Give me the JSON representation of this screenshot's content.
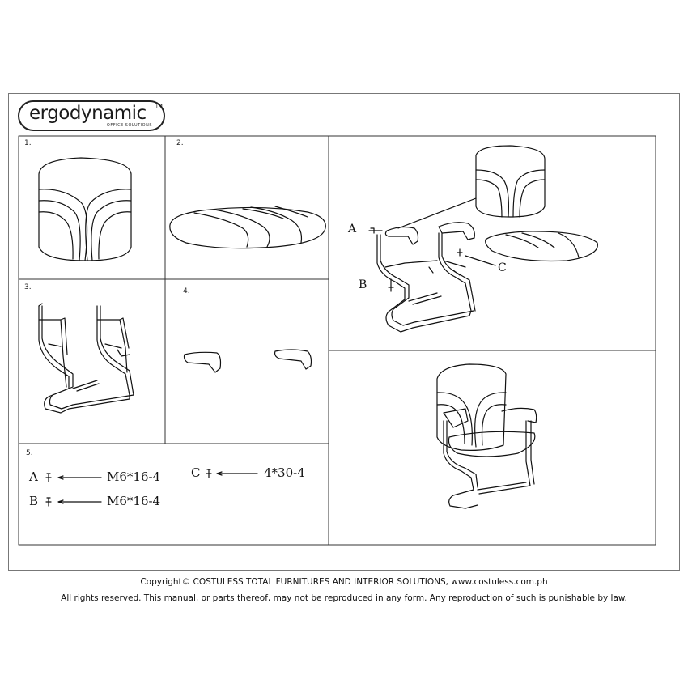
{
  "brand": {
    "name": "ergodynamic",
    "trademark": "TM",
    "tagline": "OFFICE SOLUTIONS"
  },
  "panels": {
    "p1": "1.",
    "p2": "2.",
    "p3": "3.",
    "p4": "4.",
    "p5": "5."
  },
  "callouts": {
    "a": "A",
    "b": "B",
    "c": "C"
  },
  "parts": [
    {
      "letter": "A",
      "spec": "M6*16-4"
    },
    {
      "letter": "B",
      "spec": "M6*16-4"
    },
    {
      "letter": "C",
      "spec": "4*30-4"
    }
  ],
  "footer": {
    "copyright": "Copyright© COSTULESS TOTAL FURNITURES AND INTERIOR SOLUTIONS, www.costuless.com.ph",
    "rights": "All rights reserved. This manual, or parts thereof, may not be reproduced in any form. Any reproduction of such is punishable by law."
  }
}
